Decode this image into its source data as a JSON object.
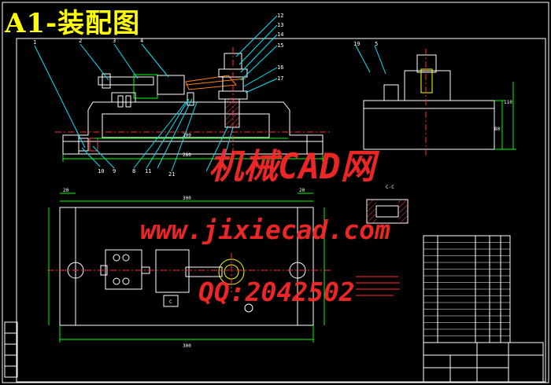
{
  "title": "A1-装配图",
  "watermark": {
    "site_name": "机械CAD网",
    "url": "www.jixiecad.com",
    "qq": "QQ:2042502"
  },
  "labels": {
    "p1": "1",
    "p2": "2",
    "p3": "3",
    "p4": "4",
    "p5": "5",
    "p8": "8",
    "p9": "9",
    "p10": "10",
    "p11": "11",
    "p12": "12",
    "p13": "13",
    "p14": "14",
    "p15": "15",
    "p16": "16",
    "p17": "17",
    "p19": "19",
    "p21": "21"
  },
  "dims": {
    "front_inner": "200",
    "front_overall": "280",
    "plan_top": "300",
    "plan_bottom": "300",
    "plan_left_gap": "20",
    "plan_right_gap": "20",
    "side_height": "110",
    "side_body": "80",
    "section": "C-C",
    "view_c": "C"
  },
  "colors": {
    "background": "#000000",
    "title": "#ffff00",
    "watermark": "#ff2a2a",
    "outline": "#ffffff",
    "dimension": "#00ff00",
    "leader": "#00e5ff",
    "centerline": "#ff3030"
  },
  "parts_list_rows": 16
}
